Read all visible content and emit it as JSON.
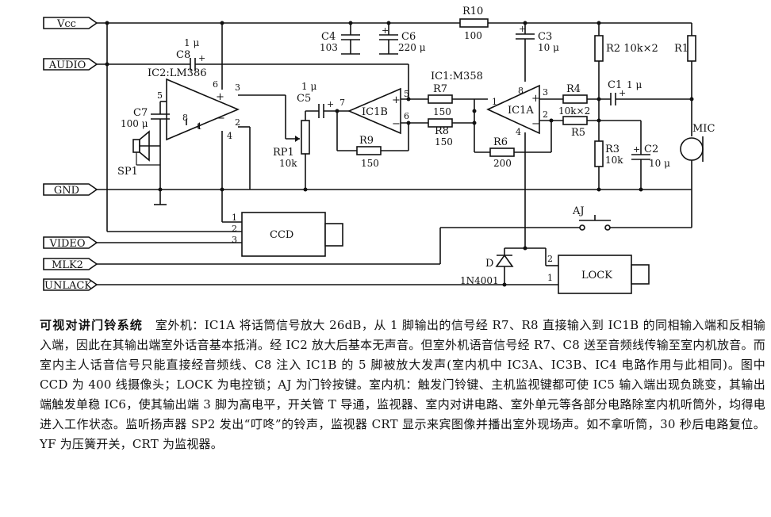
{
  "ports": {
    "vcc": "Vcc",
    "audio": "AUDIO",
    "gnd": "GND",
    "video": "VIDEO",
    "mlk2": "MLK2",
    "unlack": "UNLACK"
  },
  "components": {
    "c8": {
      "name": "C8",
      "value": "1 μ"
    },
    "c4": {
      "name": "C4",
      "value": "103"
    },
    "c6": {
      "name": "C6",
      "value": "220 μ"
    },
    "r10": {
      "name": "R10",
      "value": "100"
    },
    "c3": {
      "name": "C3",
      "value": "10 μ"
    },
    "r2r1": {
      "name": "R2 10k×2",
      "name2": "R1"
    },
    "ic2": {
      "name": "IC2:LM386"
    },
    "ic1": {
      "name": "IC1:M358"
    },
    "ic1b": {
      "name": "IC1B"
    },
    "ic1a": {
      "name": "IC1A"
    },
    "c7": {
      "name": "C7",
      "value": "100 μ"
    },
    "sp1": {
      "name": "SP1"
    },
    "c5": {
      "name": "C5",
      "value": "1 μ"
    },
    "rp1": {
      "name": "RP1",
      "value": "10k"
    },
    "r7": {
      "name": "R7",
      "value": "150"
    },
    "r8": {
      "name": "R8",
      "value": "150"
    },
    "r9": {
      "name": "R9",
      "value": "150"
    },
    "r6": {
      "name": "R6",
      "value": "200"
    },
    "r4": {
      "name": "R4",
      "value": "10k×2"
    },
    "r5": {
      "name": "R5"
    },
    "c1": {
      "name": "C1",
      "value": "1 μ"
    },
    "r3": {
      "name": "R3",
      "value": "10k"
    },
    "c2": {
      "name": "C2",
      "value": "10 μ"
    },
    "mic": {
      "name": "MIC"
    },
    "ccd": {
      "name": "CCD"
    },
    "aj": {
      "name": "AJ"
    },
    "d": {
      "name": "D",
      "part": "1N4001"
    },
    "lock": {
      "name": "LOCK"
    }
  },
  "pins": {
    "ic2_5": "5",
    "ic2_6": "6",
    "ic2_3": "3",
    "ic2_2": "2",
    "ic2_8": "8",
    "ic2_1": "1",
    "ic2_4": "4",
    "ic1b_7": "7",
    "ic1b_5": "5",
    "ic1b_6": "6",
    "ic1a_1": "1",
    "ic1a_8": "8",
    "ic1a_3": "3",
    "ic1a_2": "2",
    "ic1a_4": "4",
    "ccd_1": "1",
    "ccd_2": "2",
    "ccd_3": "3",
    "lock_2": "2",
    "lock_1": "1"
  },
  "caption": {
    "title": "可视对讲门铃系统",
    "body": "室外机：IC1A 将话筒信号放大 26dB，从 1 脚输出的信号经 R7、R8 直接输入到 IC1B 的同相输入端和反相输入端，因此在其输出端室外话音基本抵消。经 IC2 放大后基本无声音。但室外机语音信号经 R7、C8 送至音频线传输至室内机放音。而室内主人话音信号只能直接经音频线、C8 注入 IC1B 的 5 脚被放大发声(室内机中 IC3A、IC3B、IC4 电路作用与此相同)。图中 CCD 为 400 线摄像头；LOCK 为电控锁；AJ 为门铃按键。室内机：触发门铃键、主机监视键都可使 IC5 输入端出现负跳变，其输出端触发单稳 IC6，使其输出端 3 脚为高电平，开关管 T 导通，监视器、室内对讲电路、室外单元等各部分电路除室内机听筒外，均得电进入工作状态。监听扬声器 SP2 发出“叮咚”的铃声，监视器 CRT 显示来宾图像并播出室外现场声。如不拿听筒，30 秒后电路复位。YF 为压簧开关，CRT 为监视器。"
  }
}
